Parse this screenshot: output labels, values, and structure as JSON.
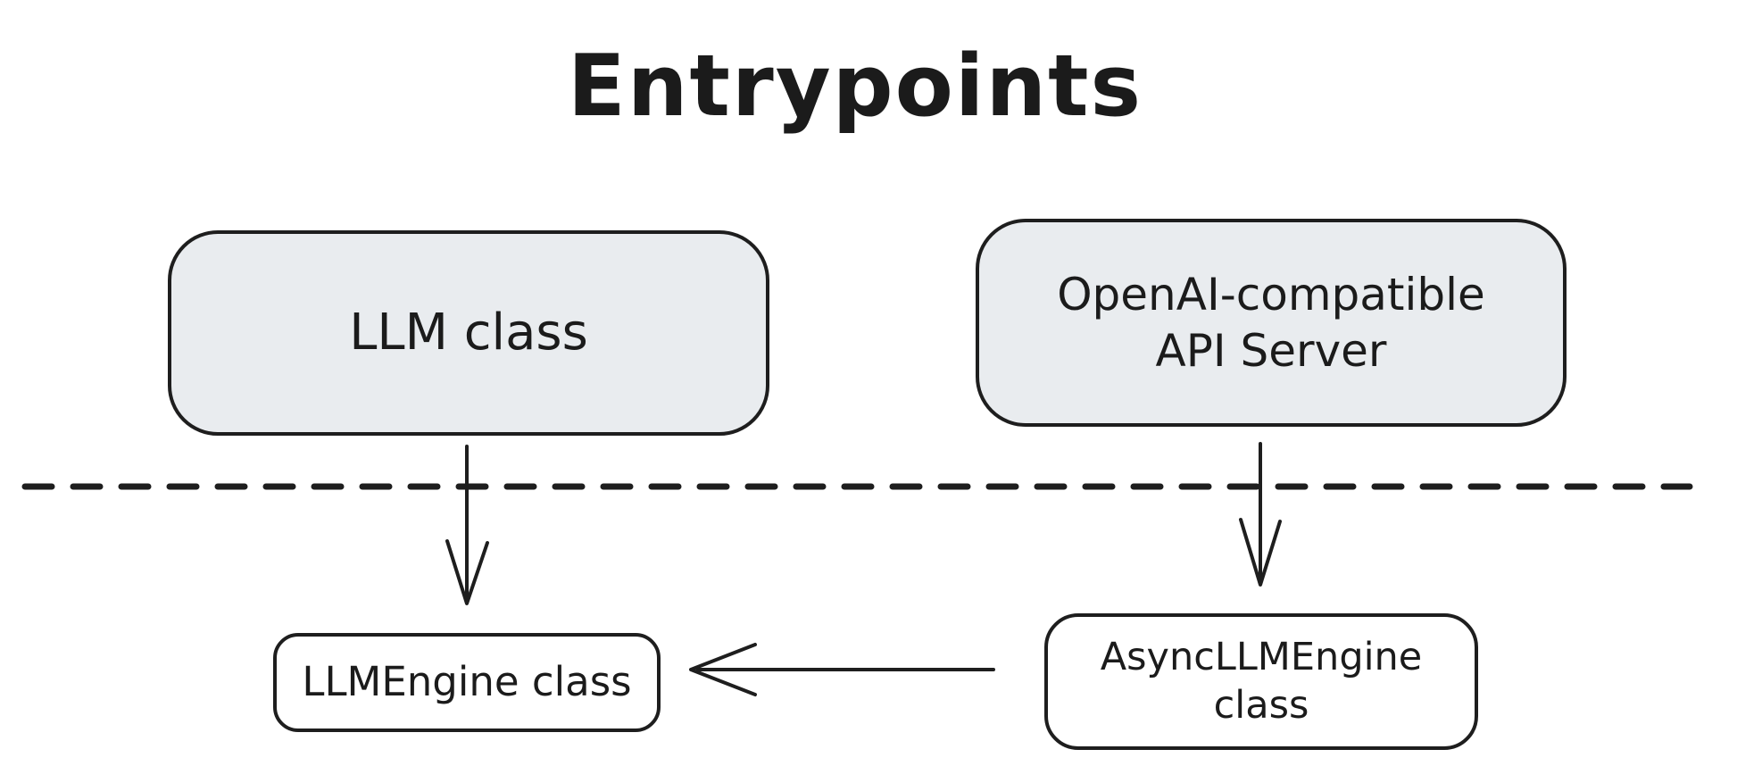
{
  "title": "Entrypoints",
  "colors": {
    "stroke": "#1e1e1e",
    "node_fill_gray": "#e9ecef",
    "node_fill_white": "#ffffff",
    "background": "#ffffff"
  },
  "nodes": {
    "llm": {
      "label": "LLM class"
    },
    "api_server": {
      "label": "OpenAI-compatible API Server"
    },
    "llm_engine": {
      "label": "LLMEngine class"
    },
    "async_llm_engine": {
      "label": "AsyncLLMEngine class"
    }
  },
  "edges": [
    {
      "from": "LLM class",
      "to": "LLMEngine class",
      "direction": "down"
    },
    {
      "from": "OpenAI-compatible API Server",
      "to": "AsyncLLMEngine class",
      "direction": "down"
    },
    {
      "from": "AsyncLLMEngine class",
      "to": "LLMEngine class",
      "direction": "left"
    }
  ],
  "divider": {
    "style": "dashed-horizontal"
  }
}
